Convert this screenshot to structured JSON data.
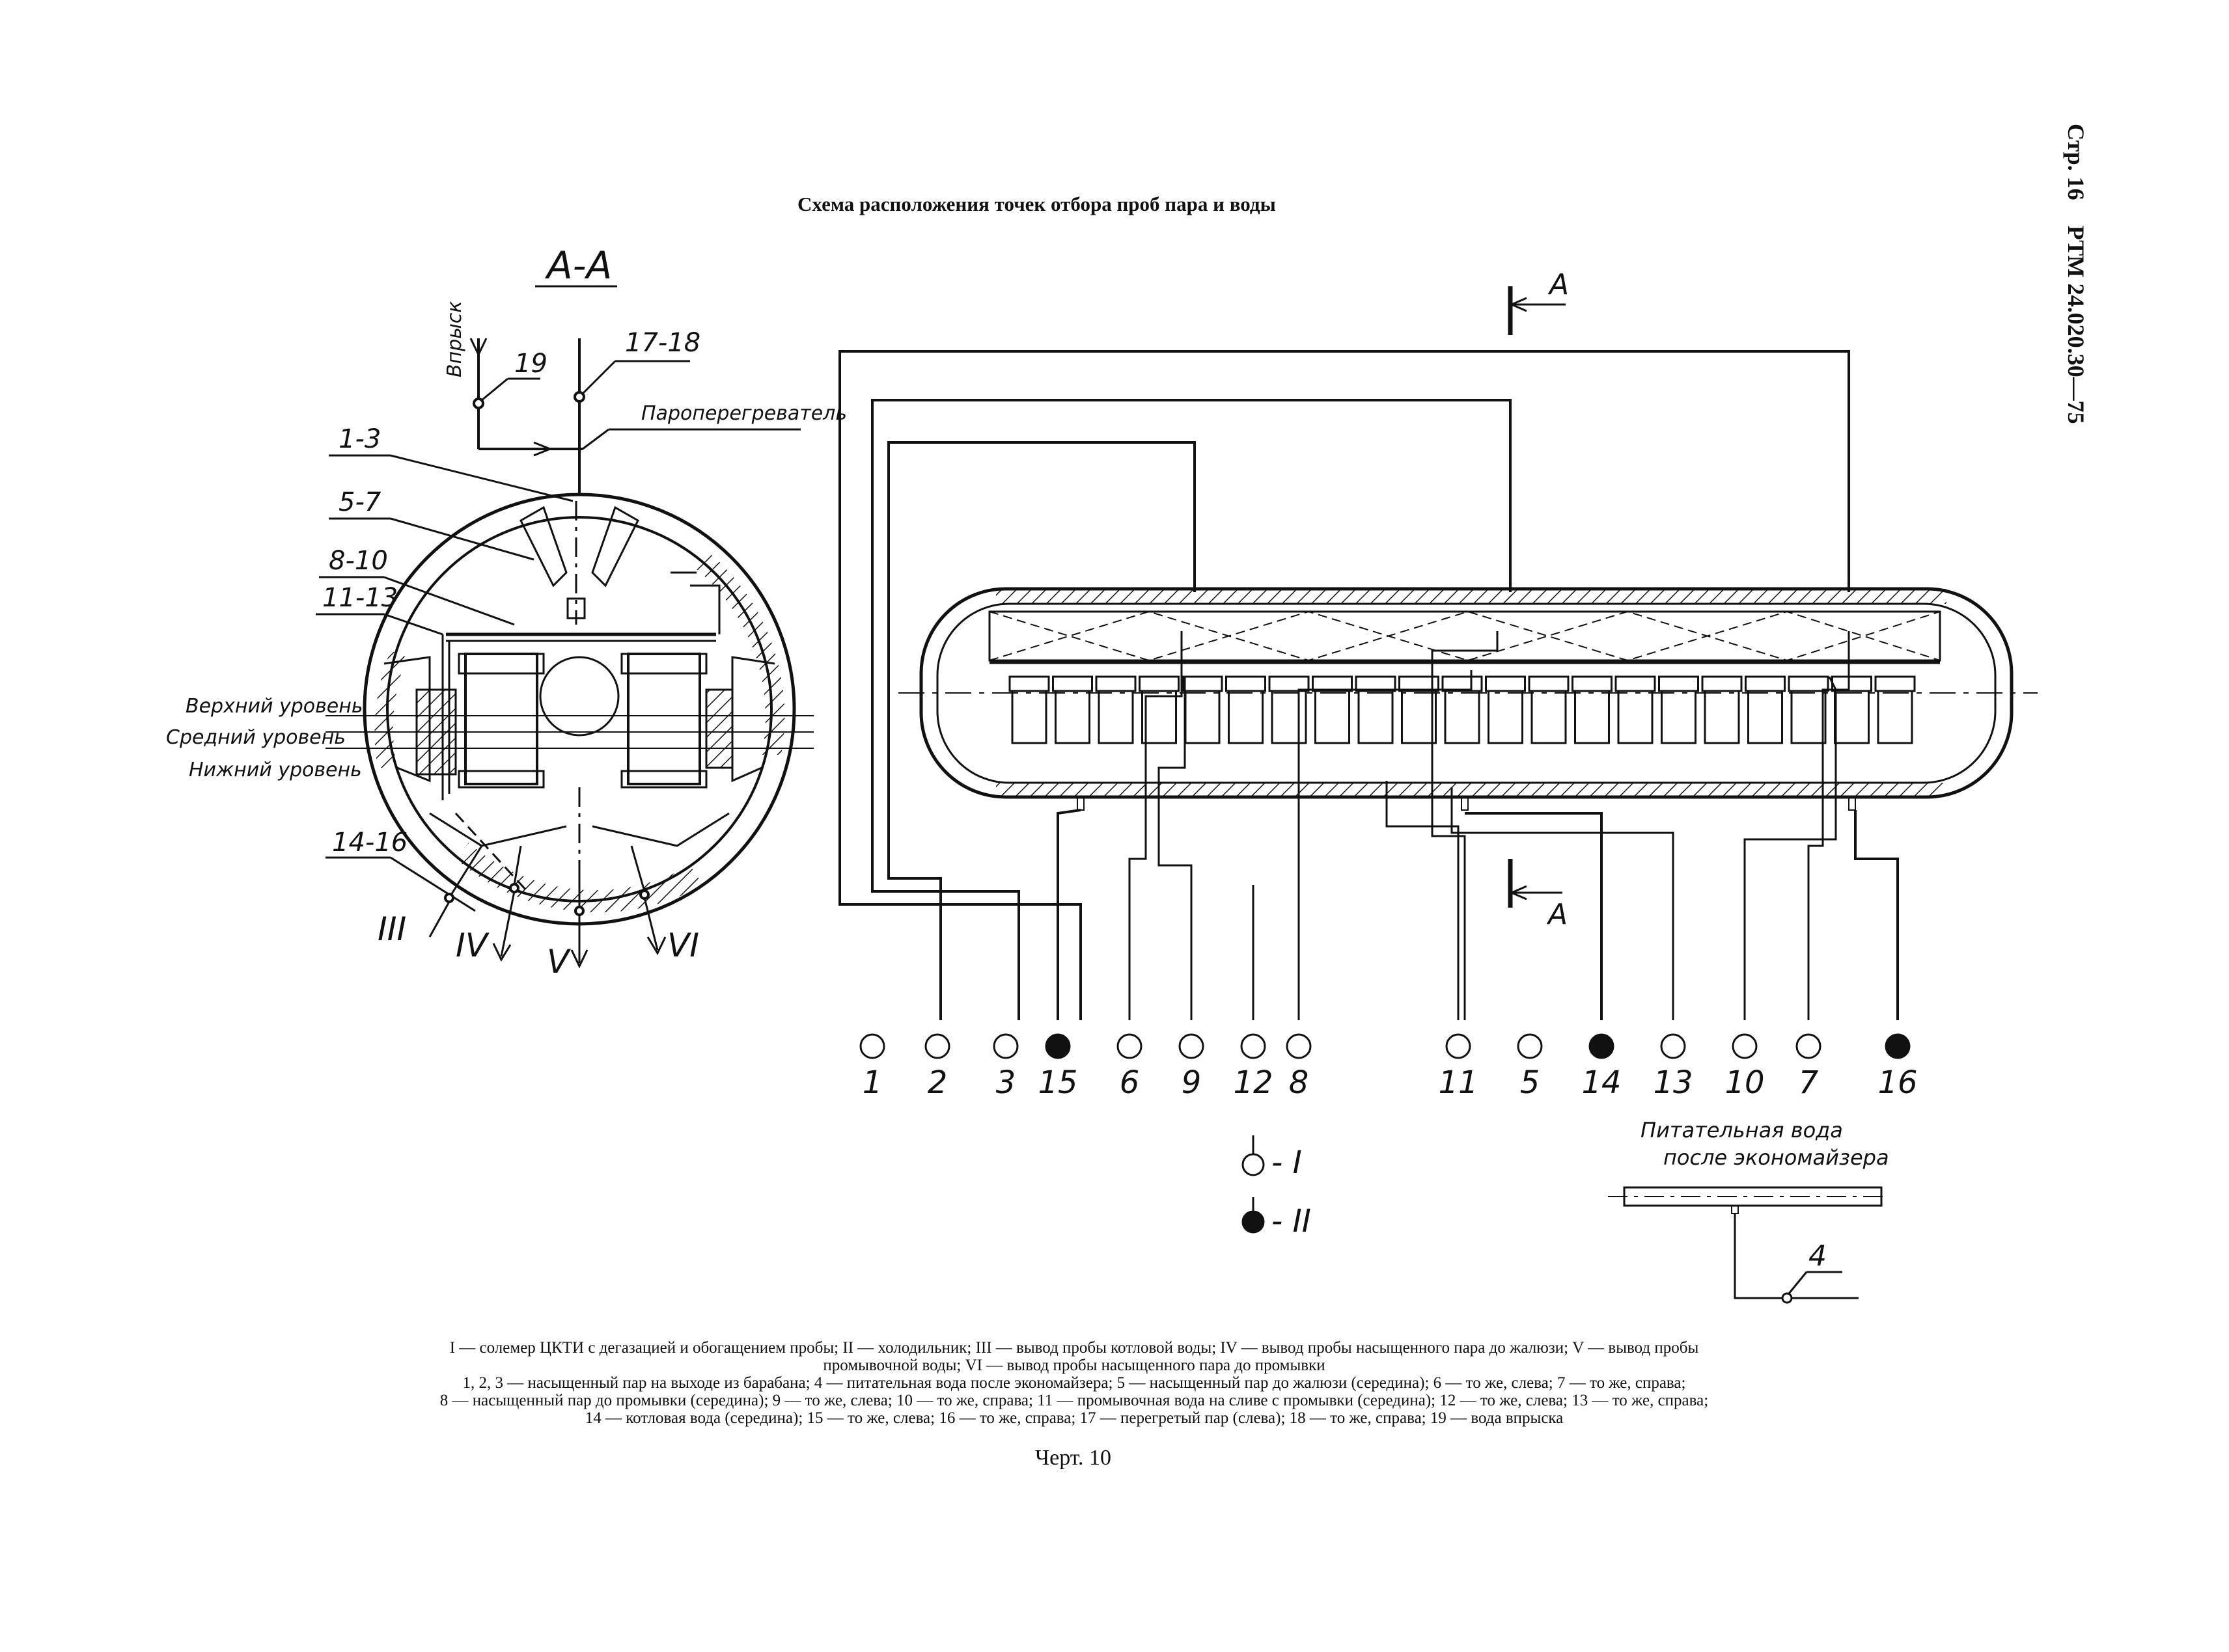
{
  "title": "Схема расположения точек отбора проб пара и воды",
  "side_stamp": {
    "page": "Стр. 16",
    "document": "РТМ 24.020.30—75"
  },
  "section_view": {
    "section_label": "А-А",
    "injection_label": "Впрыск",
    "point_19": "19",
    "point_17_18": "17-18",
    "superheater_label": "Пароперегреватель",
    "point_1_3": "1-3",
    "point_5_7": "5-7",
    "point_8_10": "8-10",
    "point_11_13": "11-13",
    "point_14_16": "14-16",
    "level_upper": "Верхний уровень",
    "level_middle": "Средний уровень",
    "level_lower": "Нижний уровень",
    "outlet_III": "III",
    "outlet_IV": "IV",
    "outlet_V": "V",
    "outlet_VI": "VI"
  },
  "drum_view": {
    "section_marker_top": "А",
    "section_marker_bottom": "А"
  },
  "sample_points": [
    {
      "label": "1",
      "type": "I"
    },
    {
      "label": "2",
      "type": "I"
    },
    {
      "label": "3",
      "type": "I"
    },
    {
      "label": "15",
      "type": "II"
    },
    {
      "label": "6",
      "type": "I"
    },
    {
      "label": "9",
      "type": "I"
    },
    {
      "label": "12",
      "type": "I"
    },
    {
      "label": "8",
      "type": "I"
    },
    {
      "label": "11",
      "type": "I"
    },
    {
      "label": "5",
      "type": "I"
    },
    {
      "label": "14",
      "type": "II"
    },
    {
      "label": "13",
      "type": "I"
    },
    {
      "label": "10",
      "type": "I"
    },
    {
      "label": "7",
      "type": "I"
    },
    {
      "label": "16",
      "type": "II"
    }
  ],
  "legend": {
    "open_label": "- I",
    "filled_label": "- II"
  },
  "feedwater": {
    "line1": "Питательная вода",
    "line2": "после экономайзера",
    "point": "4"
  },
  "caption": {
    "line1": "I — солемер ЦКТИ с дегазацией и обогащением пробы; II — холодильник; III — вывод пробы котловой воды; IV — вывод пробы насыщенного пара до жалюзи; V — вывод пробы",
    "line2": "промывочной воды; VI — вывод пробы насыщенного пара до промывки",
    "line3": "1, 2, 3 — насыщенный пар на выходе из барабана; 4 — питательная вода после экономайзера; 5 — насыщенный пар до жалюзи (середина); 6 — то же, слева; 7 — то же, справа;",
    "line4": "8 — насыщенный пар до промывки (середина); 9 — то же, слева; 10 — то же, справа; 11 — промывочная вода на сливе с промывки (середина); 12 — то же, слева; 13 — то же, справа;",
    "line5": "14 — котловая вода (середина); 15 — то же, слева; 16 — то же, справа; 17 — перегретый пар (слева); 18 — то же, справа; 19 — вода впрыска"
  },
  "drawing_number": "Черт. 10"
}
